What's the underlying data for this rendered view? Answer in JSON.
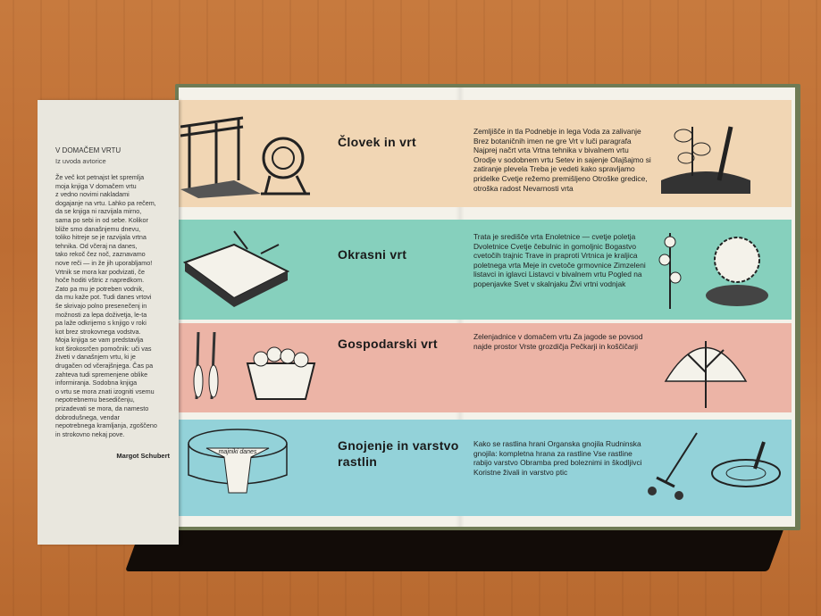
{
  "flap": {
    "heading": "V DOMAČEM VRTU",
    "subheading": "Iz uvoda avtorice",
    "body": "Že več kot petnajst let spremlja\nmoja knjiga V domačem vrtu\nz vedno novimi nakladami\ndogajanje na vrtu. Lahko pa rečem,\nda se knjiga ni razvijala mirno,\nsama po sebi in od sebe. Kolikor\nbliže smo današnjemu dnevu,\ntoliko hitreje se je razvijala vrtna\ntehnika. Od včeraj na danes,\ntako rekoč čez noč, zaznavamo\nnove reči — in že jih uporabljamo!\nVrtnik se mora kar podvizati, če\nhoče hoditi vštric z napredkom.\nZato pa mu je potreben vodnik,\nda mu kaže pot. Tudi danes vrtovi\nše skrivajo polno presenečenj in\nmožnosti za lepa doživetja, le-ta\npa laže odkrijemo s knjigo v roki\nkot brez strokovnega vodstva.\nMoja knjiga se vam predstavlja\nkot širokosrčen pomočnik: uči vas\nživeti v današnjem vrtu, ki je\ndrugačen od včerajšnjega. Čas pa\nzahteva tudi spremenjene oblike\ninformiranja. Sodobna knjiga\no vrtu se mora znati izogniti vsemu\nnepotrebnemu besedičenju,\nprizadevati se mora, da namesto\ndobrodušnega, vendar\nnepotrebnega kramljanja, zgoščeno\nin strokovno nekaj pove.",
    "signature": "Margot Schubert"
  },
  "sections": [
    {
      "title": "Človek in vrt",
      "color": "#f1d6b4",
      "topics": "Zemljišče in tla   Podnebje in lega   Voda za zalivanje   Brez botaničnih imen ne gre   Vrt v luči paragrafa   Najprej načrt vrta   Vrtna tehnika v bivalnem vrtu   Orodje v sodobnem vrtu   Setev in sajenje   Olajšajmo si zatiranje plevela   Treba je vedeti kako spravljamo pridelke   Cvetje režemo premišljeno   Otroške gredice, otroška radost   Nevarnosti vrta"
    },
    {
      "title": "Okrasni vrt",
      "color": "#86d0bd",
      "topics": "Trata je središče vrta   Enoletnice — cvetje poletja   Dvoletnice   Cvetje čebulnic in gomoljnic   Bogastvo cvetočih trajnic   Trave in praproti   Vrtnica je kraljica poletnega vrta   Meje in cvetoče grmovnice   Zimzeleni listavci in iglavci   Listavci v bivalnem vrtu   Pogled na popenjavke   Svet v skalnjaku   Živi vrtni vodnjak"
    },
    {
      "title": "Gospodarski vrt",
      "color": "#ecb4a6",
      "topics": "Zelenjadnice v domačem vrtu   Za jagode se povsod najde prostor   Vrste grozdičja   Pečkarji in koščičarji"
    },
    {
      "title": "Gnojenje in varstvo rastlin",
      "color": "#93d2d9",
      "topics": "Kako se rastlina hrani   Organska gnojila   Rudninska gnojila: kompletna hrana za rastline   Vse rastline rabijo varstvo   Obramba pred boleznimi in škodljivci   Koristne živali in varstvo ptic"
    }
  ],
  "illustration_label": "majniki danes"
}
